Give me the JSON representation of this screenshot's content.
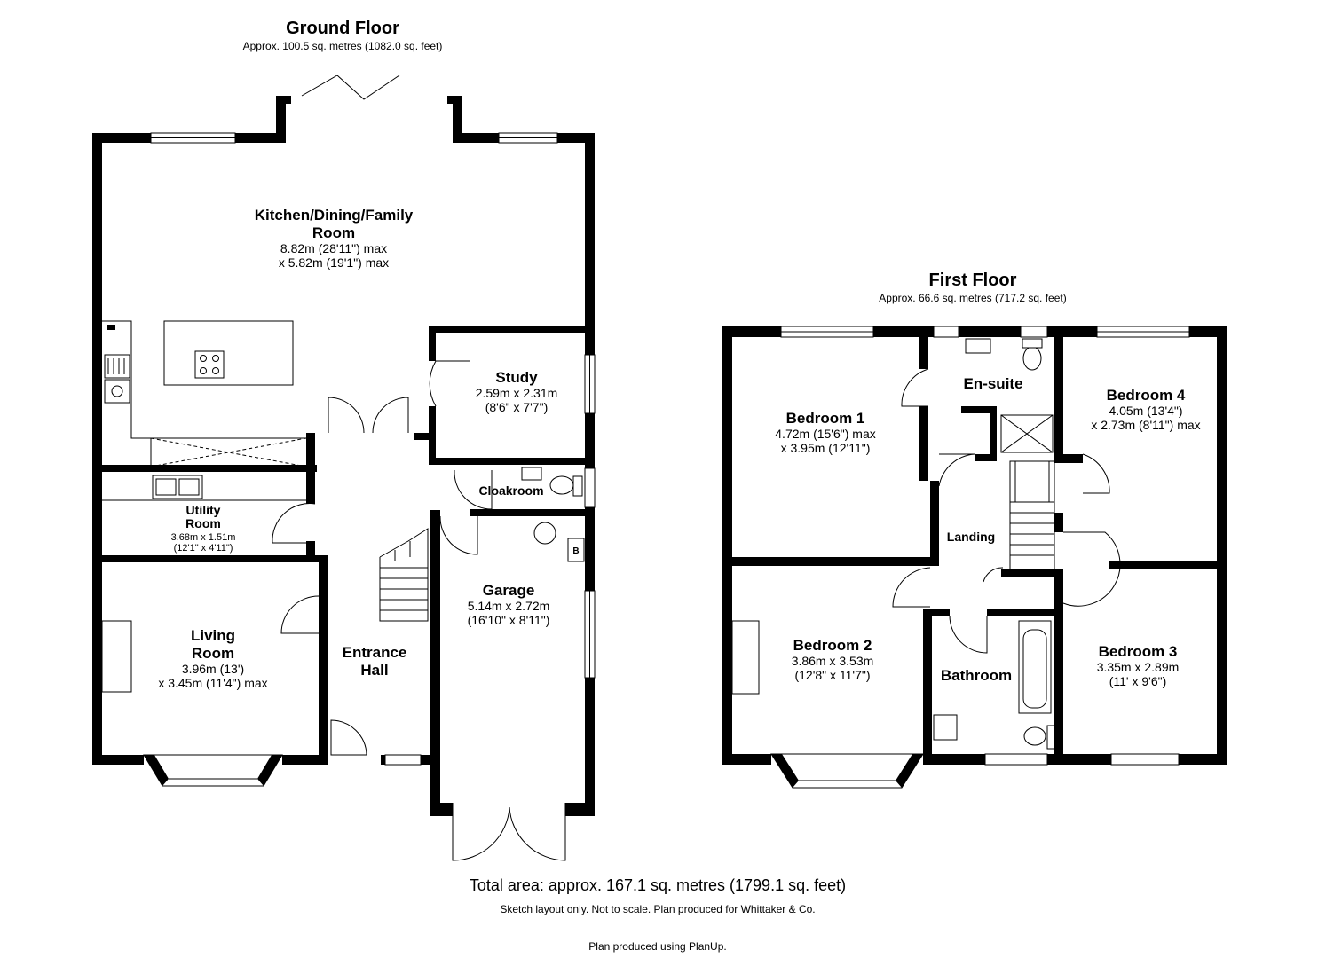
{
  "ground_floor": {
    "title": "Ground Floor",
    "approx": "Approx. 100.5 sq. metres (1082.0 sq. feet)",
    "rooms": {
      "kitchen": {
        "name_line1": "Kitchen/Dining/Family",
        "name_line2": "Room",
        "dim_line1": "8.82m (28'11\") max",
        "dim_line2": "x 5.82m (19'1\") max"
      },
      "study": {
        "name": "Study",
        "dim_line1": "2.59m x 2.31m",
        "dim_line2": "(8'6\" x 7'7\")"
      },
      "cloakroom": {
        "name": "Cloakroom"
      },
      "utility": {
        "name_line1": "Utility",
        "name_line2": "Room",
        "dim_line1": "3.68m x 1.51m",
        "dim_line2": "(12'1\" x 4'11\")"
      },
      "garage": {
        "name": "Garage",
        "dim_line1": "5.14m x 2.72m",
        "dim_line2": "(16'10\" x 8'11\")",
        "boiler_label": "B"
      },
      "living": {
        "name_line1": "Living",
        "name_line2": "Room",
        "dim_line1": "3.96m (13')",
        "dim_line2": "x 3.45m (11'4\") max"
      },
      "hall": {
        "name_line1": "Entrance",
        "name_line2": "Hall"
      }
    }
  },
  "first_floor": {
    "title": "First Floor",
    "approx": "Approx. 66.6 sq. metres (717.2 sq. feet)",
    "rooms": {
      "bedroom1": {
        "name": "Bedroom 1",
        "dim_line1": "4.72m (15'6\") max",
        "dim_line2": "x 3.95m (12'11\")"
      },
      "ensuite": {
        "name": "En-suite"
      },
      "bedroom4": {
        "name": "Bedroom 4",
        "dim_line1": "4.05m (13'4\")",
        "dim_line2": "x 2.73m (8'11\") max"
      },
      "landing": {
        "name": "Landing"
      },
      "bedroom2": {
        "name": "Bedroom 2",
        "dim_line1": "3.86m x 3.53m",
        "dim_line2": "(12'8\" x 11'7\")"
      },
      "bathroom": {
        "name": "Bathroom"
      },
      "bedroom3": {
        "name": "Bedroom 3",
        "dim_line1": "3.35m x 2.89m",
        "dim_line2": "(11' x 9'6\")"
      }
    }
  },
  "footer": {
    "total": "Total area: approx. 167.1 sq. metres (1799.1 sq. feet)",
    "note": "Sketch layout only. Not to scale. Plan produced for Whittaker & Co.",
    "produced": "Plan produced using PlanUp."
  }
}
